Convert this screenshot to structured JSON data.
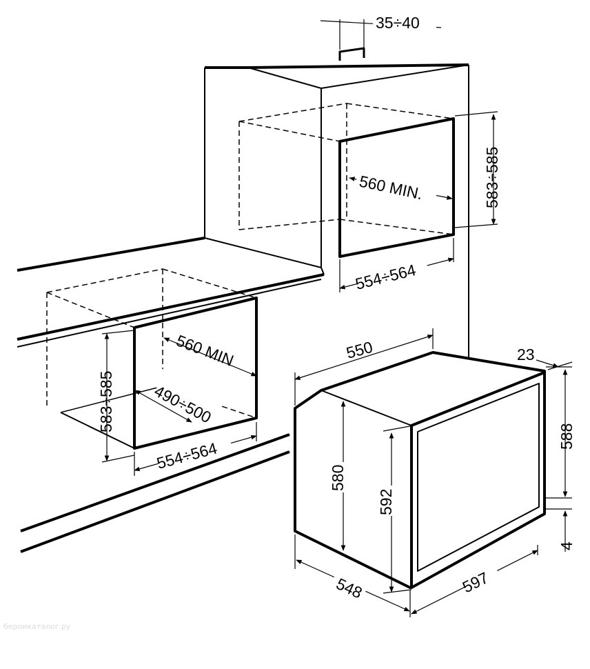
{
  "dimensions": {
    "top_gap": "35÷40",
    "upper_depth": "560 MIN.",
    "upper_height": "583÷585",
    "upper_width": "554÷564",
    "lower_depth": "560 MIN",
    "lower_height": "583÷585",
    "lower_inner_depth": "490÷500",
    "lower_width": "554÷564",
    "oven_depth_top": "550",
    "door_thickness": "23",
    "oven_height_front": "588",
    "bottom_gap": "4",
    "oven_body_height": "580",
    "oven_front_height": "592",
    "oven_depth_bottom": "548",
    "oven_width": "597"
  },
  "watermark": "бероикаталог.ру"
}
